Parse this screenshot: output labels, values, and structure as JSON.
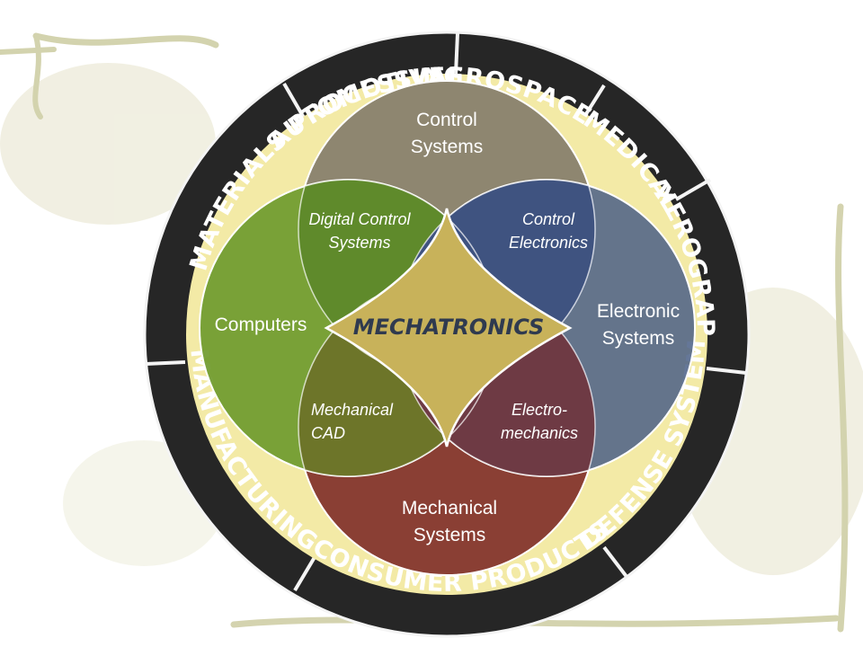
{
  "ring_segments": [
    {
      "key": "automotive",
      "label": "AUTOMOTIVE"
    },
    {
      "key": "aerospace",
      "label": "AEROSPACE"
    },
    {
      "key": "medical",
      "label": "MEDICAL"
    },
    {
      "key": "xerography",
      "label": "XEROGRAPHY"
    },
    {
      "key": "defense",
      "label": "DEFENSE SYSTEMS"
    },
    {
      "key": "consumer",
      "label": "CONSUMER PRODUCTS"
    },
    {
      "key": "manufacturing",
      "label": "MANUFACTURING"
    },
    {
      "key": "materials",
      "label": "MATERIALS PROCESSING"
    }
  ],
  "circles": {
    "control": {
      "line1": "Control",
      "line2": "Systems",
      "color": "#8e8670"
    },
    "electronic": {
      "line1": "Electronic",
      "line2": "Systems",
      "color": "#4a5f86"
    },
    "mechanical": {
      "line1": "Mechanical",
      "line2": "Systems",
      "color": "#8a3f34"
    },
    "computers": {
      "line1": "Computers",
      "color": "#6f9a2e"
    }
  },
  "overlaps": {
    "digital_control": {
      "line1": "Digital Control",
      "line2": "Systems"
    },
    "control_electronics": {
      "line1": "Control",
      "line2": "Electronics"
    },
    "mechanical_cad": {
      "line1": "Mechanical",
      "line2": "CAD"
    },
    "electro_mechanics": {
      "line1": "Electro-",
      "line2": "mechanics"
    }
  },
  "center": {
    "label": "MECHATRONICS",
    "color": "#c8b25a"
  },
  "colors": {
    "ring": "#262626",
    "inner_background": "#f3eaa6",
    "background_vine": "#b7b67a"
  }
}
